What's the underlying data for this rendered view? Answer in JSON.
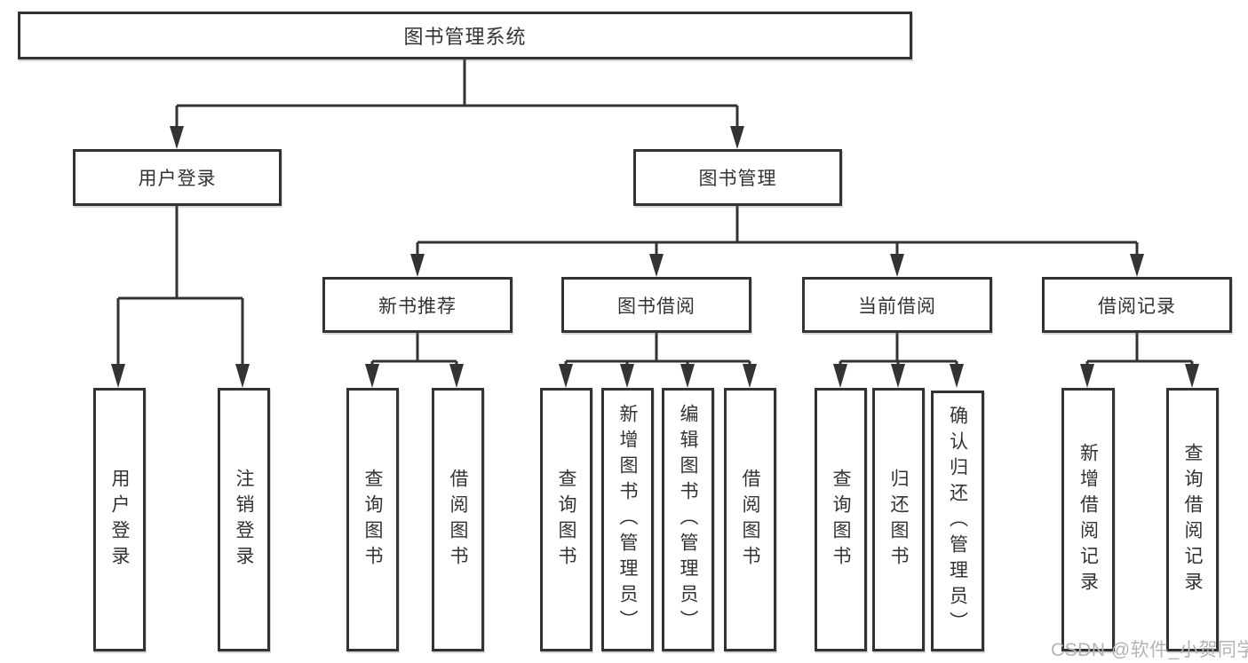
{
  "tree": {
    "root": {
      "label": "图书管理系统"
    },
    "branches": [
      {
        "label": "用户登录",
        "children": [
          {
            "label": "用户登录"
          },
          {
            "label": "注销登录"
          }
        ]
      },
      {
        "label": "图书管理",
        "children": [
          {
            "label": "新书推荐",
            "children": [
              {
                "label": "查询图书"
              },
              {
                "label": "借阅图书"
              }
            ]
          },
          {
            "label": "图书借阅",
            "children": [
              {
                "label": "查询图书"
              },
              {
                "label": "新增图书（管理员）"
              },
              {
                "label": "编辑图书（管理员）"
              },
              {
                "label": "借阅图书"
              }
            ]
          },
          {
            "label": "当前借阅",
            "children": [
              {
                "label": "查询图书"
              },
              {
                "label": "归还图书"
              },
              {
                "label": "确认归还（管理员）"
              }
            ]
          },
          {
            "label": "借阅记录",
            "children": [
              {
                "label": "新增借阅记录"
              },
              {
                "label": "查询借阅记录"
              }
            ]
          }
        ]
      }
    ]
  },
  "watermark": "CSDN @软件_小贺同学",
  "colors": {
    "line": "#333333",
    "box_border": "#333333",
    "box_fill": "#ffffff",
    "text": "#333333",
    "watermark": "#b4b4b4"
  }
}
